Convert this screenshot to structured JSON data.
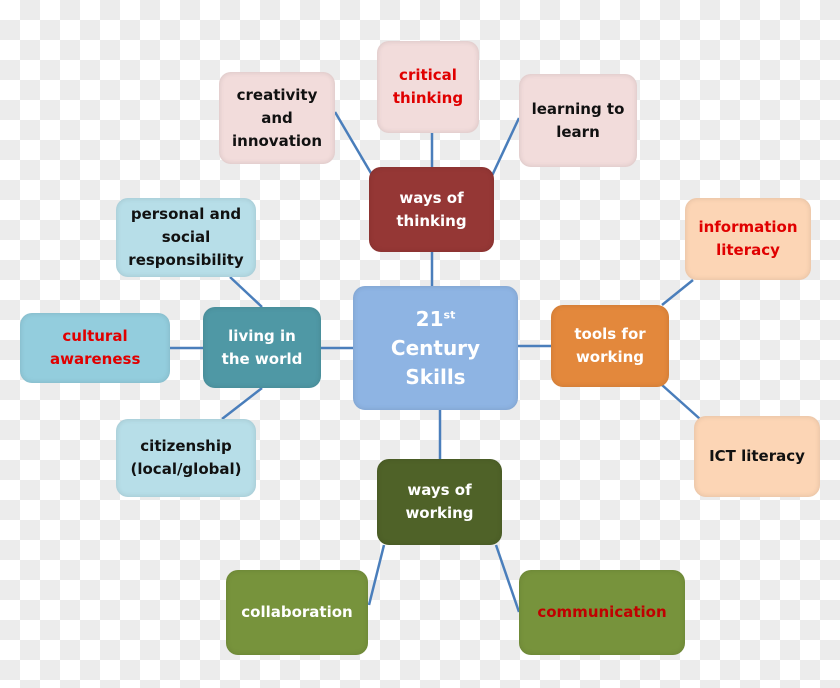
{
  "center": {
    "number": "21",
    "superscript": "st",
    "line1": "Century",
    "line2": "Skills"
  },
  "hubs": {
    "ways_of_thinking": "ways of thinking",
    "living_in_the_world": "living in the world",
    "tools_for_working": "tools for working",
    "ways_of_working": "ways of working"
  },
  "leaves": {
    "critical_thinking": "critical thinking",
    "creativity": "creativity and innovation",
    "learning_to_learn": "learning to learn",
    "personal_social": "personal and social responsibility",
    "cultural_awareness": "cultural awareness",
    "citizenship": "citizenship (local/global)",
    "information_literacy": "information literacy",
    "ict_literacy": "ICT literacy",
    "collaboration": "collaboration",
    "communication": "communication"
  },
  "colors": {
    "line": "#4a7ebb",
    "center": "#8eb4e3",
    "ways_of_thinking": "#953735",
    "living_in_the_world": "#4f98a5",
    "tools_for_working": "#e3883c",
    "ways_of_working": "#4f6228",
    "working_leaves": "#77933c",
    "cultural_awareness": "#93cddd",
    "highlight_text": "#e00000"
  }
}
